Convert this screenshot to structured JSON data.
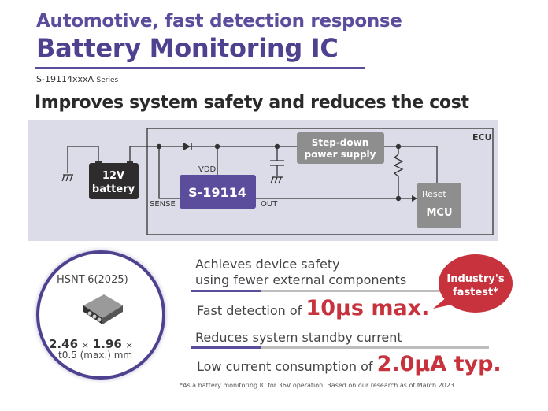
{
  "header": {
    "subtitle": "Automotive, fast detection response",
    "title": "Battery Monitoring IC",
    "series_part": "S-19114xxxA",
    "series_suffix": "Series",
    "headline": "Improves system safety and reduces the cost"
  },
  "diagram": {
    "ecu_label": "ECU",
    "battery_line1": "12V",
    "battery_line2": "battery",
    "ic_label": "S-19114",
    "vdd_label": "VDD",
    "sense_label": "SENSE",
    "out_label": "OUT",
    "stepdown_line1": "Step-down",
    "stepdown_line2": "power supply",
    "reset_label": "Reset",
    "mcu_label": "MCU"
  },
  "package": {
    "name": "HSNT-6(2025)",
    "dim_a": "2.46",
    "dim_b": "1.96",
    "times": "×",
    "dim_c": "t0.5 (max.) mm"
  },
  "features": {
    "f1_line1": "Achieves device safety",
    "f1_line2": "using fewer external components",
    "f1_value_prefix": "Fast detection of",
    "f1_value": "10μs max.",
    "badge_line1": "Industry's",
    "badge_line2": "fastest*",
    "f2_line1": "Reduces system standby current",
    "f2_value_prefix": "Low current consumption of",
    "f2_value": "2.0μA typ."
  },
  "footnote": "*As a battery monitoring IC for 36V operation. Based on our research as of March 2023",
  "colors": {
    "brand_purple": "#5b4c9c",
    "accent_red": "#c7323d",
    "diagram_bg": "#dcdbe8",
    "block_gray": "#8e8e8e"
  }
}
